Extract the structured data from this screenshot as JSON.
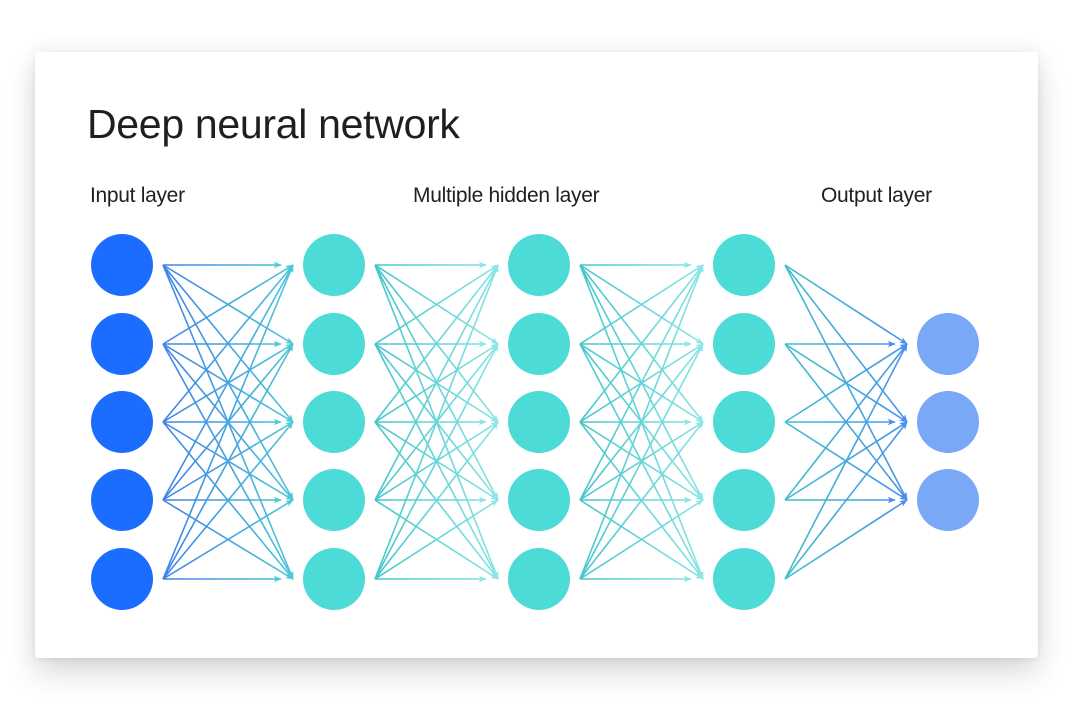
{
  "diagram": {
    "title": "Deep neural network",
    "labels": {
      "input": "Input layer",
      "hidden": "Multiple hidden layer",
      "output": "Output layer"
    },
    "layers": [
      {
        "name": "input",
        "nodes": 5,
        "color": "#1a6dff"
      },
      {
        "name": "hidden-1",
        "nodes": 5,
        "color": "#4ddbd8"
      },
      {
        "name": "hidden-2",
        "nodes": 5,
        "color": "#4ddbd8"
      },
      {
        "name": "hidden-3",
        "nodes": 5,
        "color": "#4ddbd8"
      },
      {
        "name": "output",
        "nodes": 3,
        "color": "#79a8f7"
      }
    ],
    "connections": "fully-connected",
    "edge_colors": [
      {
        "from": "#3f7de8",
        "to": "#4ccbd6"
      },
      {
        "from": "#3fc4c8",
        "to": "#8de6e6"
      },
      {
        "from": "#3fc4c8",
        "to": "#8de6e6"
      },
      {
        "from": "#3fc4c8",
        "to": "#4a8ef0"
      }
    ]
  }
}
